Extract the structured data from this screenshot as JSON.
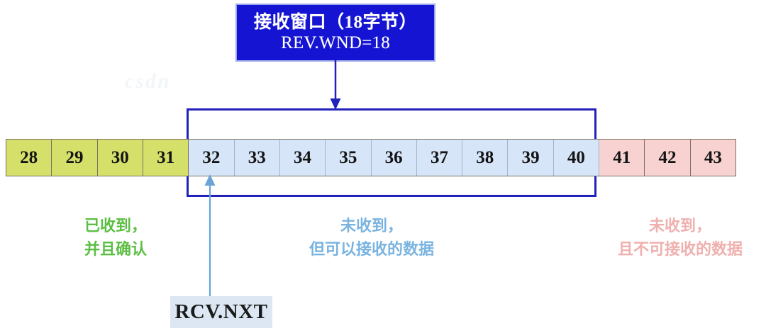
{
  "diagram": {
    "title_cn": "接收窗口（18字节）",
    "title_en": "REV.WND=18",
    "watermark": "csdn"
  },
  "byte_strip": {
    "cells": [
      {
        "value": "28",
        "state": "acked"
      },
      {
        "value": "29",
        "state": "acked"
      },
      {
        "value": "30",
        "state": "acked"
      },
      {
        "value": "31",
        "state": "acked"
      },
      {
        "value": "32",
        "state": "inwindow"
      },
      {
        "value": "33",
        "state": "inwindow"
      },
      {
        "value": "34",
        "state": "inwindow"
      },
      {
        "value": "35",
        "state": "inwindow"
      },
      {
        "value": "36",
        "state": "inwindow"
      },
      {
        "value": "37",
        "state": "inwindow"
      },
      {
        "value": "38",
        "state": "inwindow"
      },
      {
        "value": "39",
        "state": "inwindow"
      },
      {
        "value": "40",
        "state": "inwindow"
      },
      {
        "value": "41",
        "state": "outside"
      },
      {
        "value": "42",
        "state": "outside"
      },
      {
        "value": "43",
        "state": "outside"
      }
    ]
  },
  "pointer": {
    "label": "RCV.NXT"
  },
  "captions": {
    "acked": "已收到，\n并且确认",
    "inwindow": "未收到，\n但可以接收的数据",
    "outside": "未收到，\n且不可接收的数据"
  },
  "colors": {
    "callout_bg": "#1414d2",
    "callout_text": "#ffffff",
    "window_outline": "#2222bb",
    "acked_cell": "#d5e06a",
    "inwindow_cell": "#d6e5f8",
    "outside_cell": "#f7d2d0",
    "cell_border": "#7a6f63",
    "caption_acked": "#5bbf43",
    "caption_inwindow": "#7ab3e0",
    "caption_outside": "#efb0ae",
    "pointer_arrow": "#6ba3d6",
    "pointer_label_bg": "#dce7f3"
  }
}
